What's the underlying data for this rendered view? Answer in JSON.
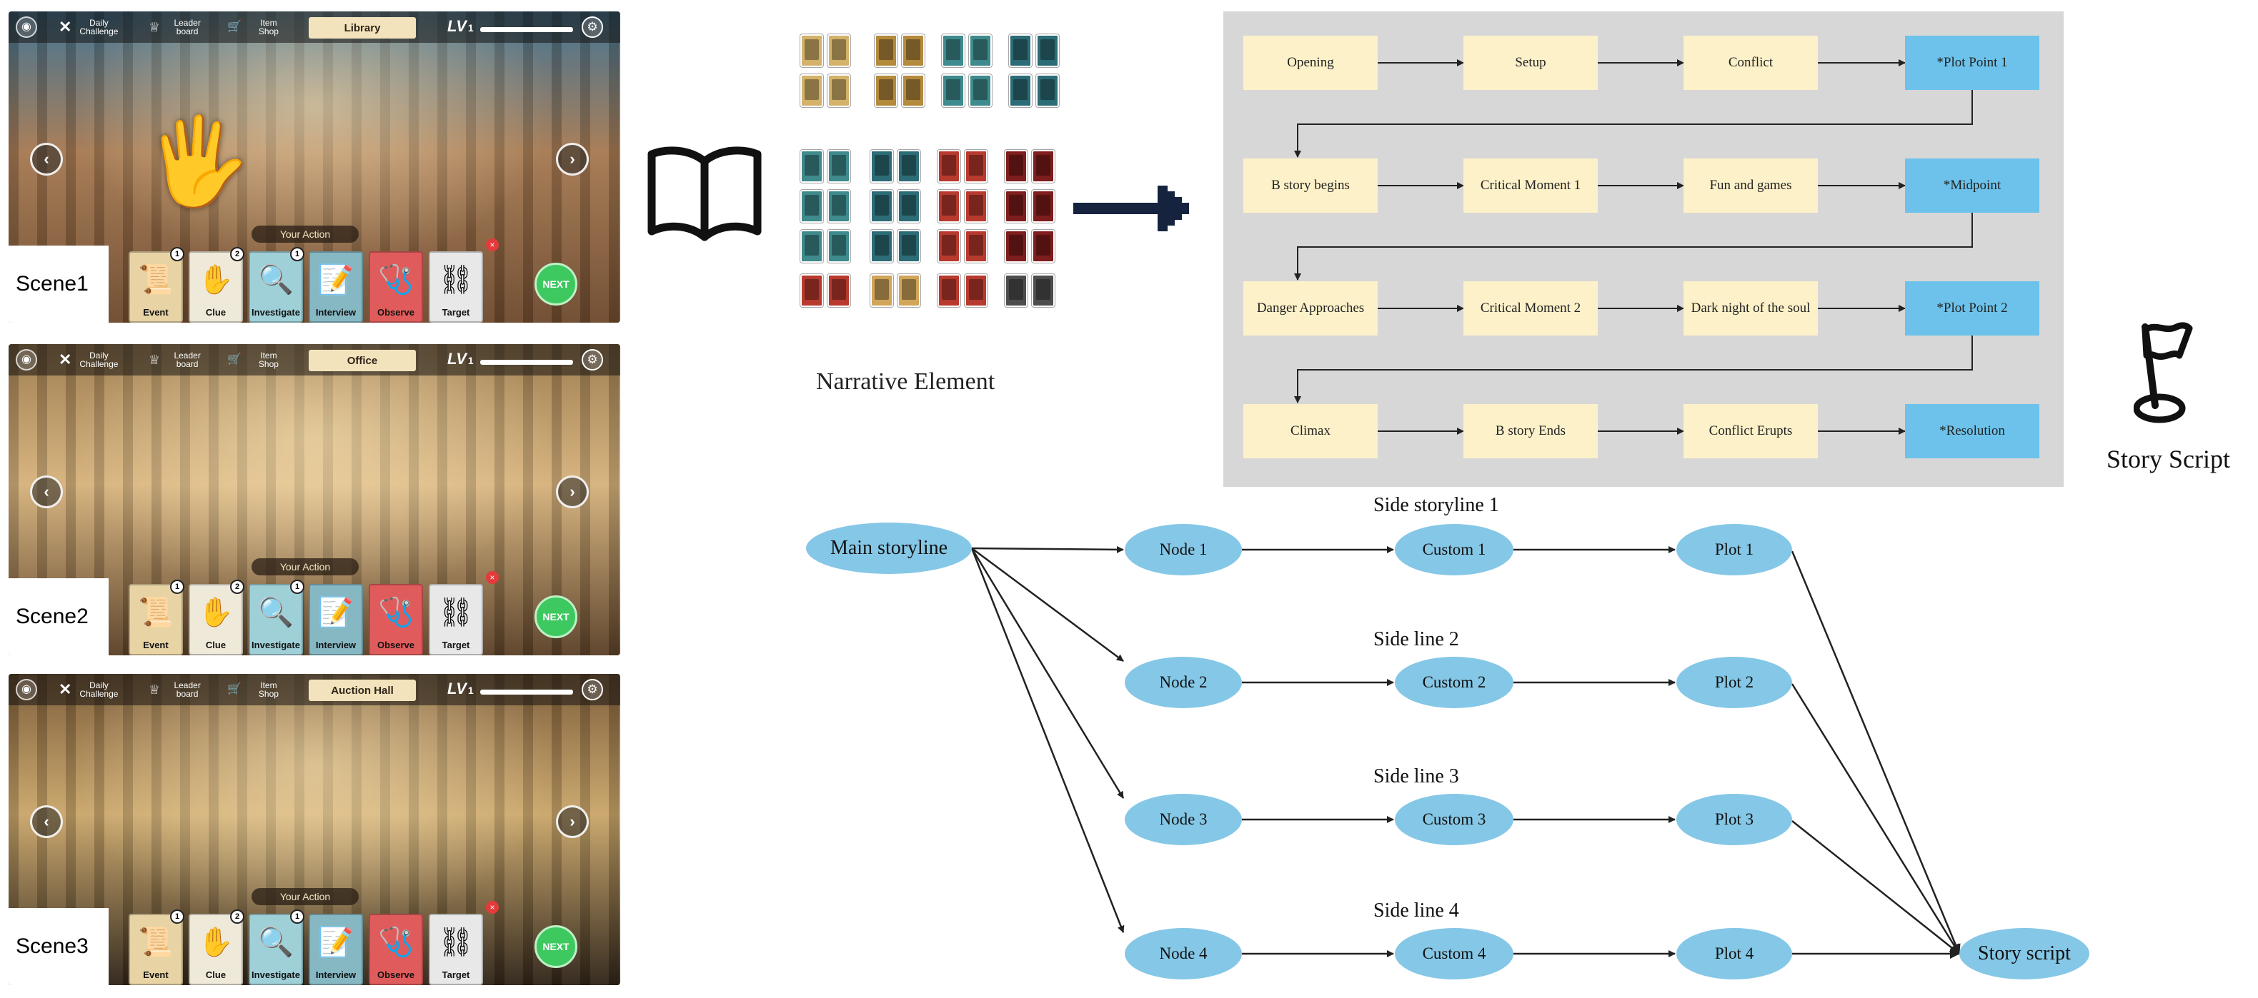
{
  "panels": [
    {
      "id": "library",
      "scene_label": "Scene1",
      "location": "Library",
      "bg_colors": [
        "#6e4a2e",
        "#3e6f8f",
        "#a67a52"
      ]
    },
    {
      "id": "office",
      "scene_label": "Scene2",
      "location": "Office",
      "bg_colors": [
        "#5a4027",
        "#9c7a4c",
        "#d6b27c"
      ]
    },
    {
      "id": "auction",
      "scene_label": "Scene3",
      "location": "Auction Hall",
      "bg_colors": [
        "#2f2418",
        "#7b5a36",
        "#caa66a"
      ]
    }
  ],
  "topbar": {
    "daily": "Daily\nChallenge",
    "leader": "Leader\nboard",
    "shop": "Item\nShop",
    "lv_prefix": "LV",
    "lv_value": "1"
  },
  "your_action": "Your Action",
  "next_label": "NEXT",
  "action_cards": [
    {
      "label": "Event",
      "badge": "1",
      "color": "#e7d3a4",
      "icon": "scroll-icon",
      "glyph": "📜"
    },
    {
      "label": "Clue",
      "badge": "2",
      "color": "#efe9da",
      "icon": "hand-icon",
      "glyph": "✋"
    },
    {
      "label": "Investigate",
      "badge": "1",
      "color": "#9fd0d8",
      "icon": "magnifier-icon",
      "glyph": "🔍"
    },
    {
      "label": "Interview",
      "badge": "",
      "color": "#86b8c4",
      "icon": "notepad-icon",
      "glyph": "📝"
    },
    {
      "label": "Observe",
      "badge": "",
      "color": "#e05c5c",
      "icon": "stethoscope-icon",
      "glyph": "🩺"
    },
    {
      "label": "Target",
      "badge": "",
      "color": "#e8e8e8",
      "icon": "handcuffs-icon",
      "glyph": "⛓"
    }
  ],
  "narrative": {
    "label": "Narrative Element",
    "card_colors": [
      "#d4b26a",
      "#b48a3c",
      "#3e8a8c",
      "#2c6c76",
      "#b83a2e",
      "#7e1d1d",
      "#d1a55a",
      "#4d4d4d"
    ]
  },
  "plot_rows": [
    [
      "Opening",
      "Setup",
      "Conflict",
      "*Plot Point 1"
    ],
    [
      "B story begins",
      "Critical Moment 1",
      "Fun and games",
      "*Midpoint"
    ],
    [
      "Danger Approaches",
      "Critical Moment 2",
      "Dark night of the soul",
      "*Plot Point 2"
    ],
    [
      "Climax",
      "B story Ends",
      "Conflict Erupts",
      "*Resolution"
    ]
  ],
  "story_script_label": "Story Script",
  "graph": {
    "main": "Main storyline",
    "lines": [
      {
        "label": "Side storyline 1",
        "node": "Node 1",
        "custom": "Custom 1",
        "plot": "Plot 1"
      },
      {
        "label": "Side line 2",
        "node": "Node 2",
        "custom": "Custom 2",
        "plot": "Plot 2"
      },
      {
        "label": "Side line 3",
        "node": "Node 3",
        "custom": "Custom 3",
        "plot": "Plot 3"
      },
      {
        "label": "Side line 4",
        "node": "Node 4",
        "custom": "Custom 4",
        "plot": "Plot 4"
      }
    ],
    "end": "Story script"
  }
}
